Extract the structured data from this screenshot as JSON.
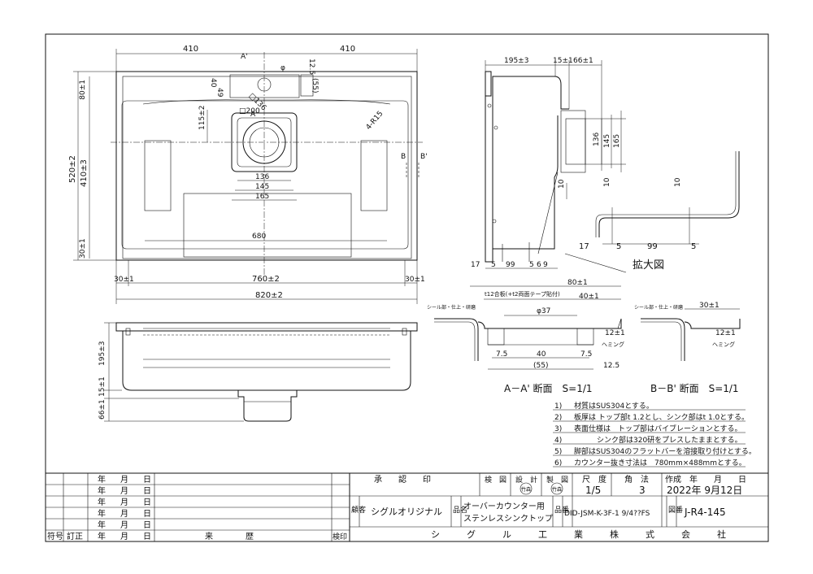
{
  "top_view": {
    "dims": {
      "half_left": "410",
      "half_right": "410",
      "top_12_5": "12.5",
      "paren_55": "(55)",
      "d40": "40",
      "d49": "49",
      "r80": "80±1",
      "sq136": "□136",
      "sq200": "□200",
      "y115": "115±2",
      "phi": "φ",
      "r15": "4-R15",
      "r520": "520±2",
      "r410": "410±3",
      "r30": "30±1",
      "w136": "136",
      "w145": "145",
      "w165": "165",
      "w680": "680",
      "l30": "30±1",
      "w760": "760±2",
      "rr30": "30±1",
      "w820": "820±2",
      "sec_a": "A",
      "sec_a2": "A'",
      "sec_b": "B",
      "sec_b2": "B'"
    }
  },
  "side_view": {
    "dims": {
      "d195": "195±3",
      "d15": "15±1",
      "d66": "66±1",
      "d136": "136",
      "d145": "145",
      "d165": "165",
      "d10": "10",
      "d17": "17",
      "d5a": "5",
      "d99": "99",
      "d5b": "5",
      "d5c": "5",
      "d6": "6",
      "d9": "9"
    }
  },
  "enlarged": {
    "dims": {
      "d10a": "10",
      "d10b": "10",
      "d17": "17",
      "d5a": "5",
      "d99": "99",
      "d5b": "5"
    },
    "label": "拡大図"
  },
  "front_view": {
    "dims": {
      "d195": "195±3",
      "d15": "15±1",
      "d66": "66±1"
    }
  },
  "section_a": {
    "dims": {
      "d80": "80±1",
      "note": "t12合板(+t2両面テープ貼付)",
      "d40a": "40±1",
      "phi37": "φ37",
      "d12": "12±1",
      "hem": "ヘミング",
      "d7a": "7.5",
      "d40b": "40",
      "d7b": "7.5",
      "d55": "(55)",
      "d12_5": "12.5",
      "seal": "シール部・仕上・研磨"
    },
    "title": "A－A' 断面　S=1/1"
  },
  "section_b": {
    "dims": {
      "d30": "30±1",
      "seal": "シール部・仕上・研磨",
      "d12": "12±1",
      "hem": "ヘミング"
    },
    "title": "B－B' 断面　S=1/1"
  },
  "notes": [
    {
      "num": "1)",
      "text": "材質はSUS304とする。"
    },
    {
      "num": "2)",
      "text": "板厚は トップ部t 1.2とし、シンク部はt 1.0とする。"
    },
    {
      "num": "3)",
      "text": "表面仕様は　トップ部はバイブレーションとする。"
    },
    {
      "num": "4)",
      "text": "シンク部は320研をプレスしたままとする。"
    },
    {
      "num": "5)",
      "text": "脚部はSUS304のフラットバーを溶接取り付けとする。"
    },
    {
      "num": "6)",
      "text": "カウンター抜き寸法は　780mm×488mmとする。"
    }
  ],
  "title_block": {
    "rev_ymd": {
      "y": "年",
      "m": "月",
      "d": "日"
    },
    "rev_footer": {
      "c1": "符号",
      "c2": "訂正",
      "y": "年",
      "m": "月",
      "d": "日",
      "history": "来　　　　歴",
      "inspect": "検印"
    },
    "approval": "承　　認　　印",
    "inspection": "検　図",
    "design": "設　計",
    "drafting": "製　図",
    "stamp": "竹森",
    "scale_label": "尺　度",
    "scale_value": "1/5",
    "angle_label": "角　法",
    "angle_value": "3",
    "created_label": "作成　年　　月　　日",
    "created_value": "2022年 9月12日",
    "customer_label": "顧客",
    "customer_value": "シグルオリジナル",
    "product_label": "品名",
    "product_line1": "オーバーカウンター用",
    "product_line2": "ステンレスシンクトップ",
    "partno_label": "品番",
    "partno_value": "DID-JSM-K-3F-1 9/4??FS",
    "drawing_label": "図番",
    "drawing_value": "J-R4-145",
    "company": "シ　　　グ　　　ル　　　工　　　業　　　株　　　式　　　会　　　社"
  }
}
